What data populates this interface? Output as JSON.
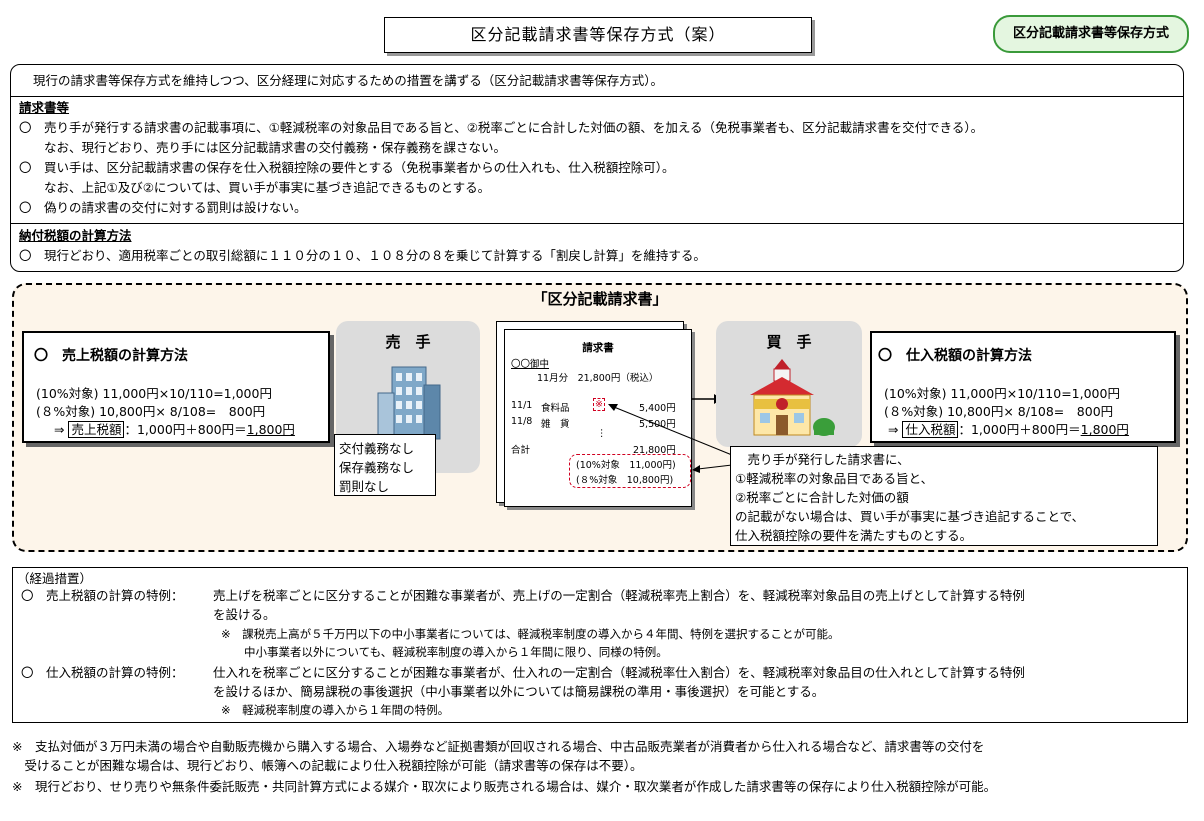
{
  "title": "区分記載請求書等保存方式（案）",
  "badge": "区分記載請求書等保存方式",
  "intro": "現行の請求書等保存方式を維持しつつ、区分経理に対応するための措置を講ずる（区分記載請求書等保存方式）。",
  "invoice_section": {
    "heading": "請求書等",
    "lines": [
      "〇　売り手が発行する請求書の記載事項に、①軽減税率の対象品目である旨と、②税率ごとに合計した対価の額、を加える（免税事業者も、区分記載請求書を交付できる）。",
      "　　なお、現行どおり、売り手には区分記載請求書の交付義務・保存義務を課さない。",
      "〇　買い手は、区分記載請求書の保存を仕入税額控除の要件とする（免税事業者からの仕入れも、仕入税額控除可）。",
      "　　なお、上記①及び②については、買い手が事実に基づき追記できるものとする。",
      "〇　偽りの請求書の交付に対する罰則は設けない。"
    ]
  },
  "tax_section": {
    "heading": "納付税額の計算方法",
    "line": "〇　現行どおり、適用税率ごとの取引総額に１１０分の１０、１０８分の８を乗じて計算する「割戻し計算」を維持する。"
  },
  "example": {
    "title": "「区分記載請求書」",
    "seller_calc": {
      "heading": "〇　売上税額の計算方法",
      "line1": "(10%対象) 11,000円×10/110=1,000円",
      "line2": "(８%対象) 10,800円× 8/108=　800円",
      "arrow": "⇒",
      "label": "売上税額",
      "formula": "：1,000円＋800円＝",
      "result": "1,800円"
    },
    "seller_label": "売　手",
    "seller_note": [
      "交付義務なし",
      "保存義務なし",
      "罰則なし"
    ],
    "buyer_label": "買　手",
    "buyer_calc": {
      "heading": "〇　仕入税額の計算方法",
      "line1": "(10%対象) 11,000円×10/110=1,000円",
      "line2": "(８%対象) 10,800円× 8/108=　800円",
      "arrow": "⇒",
      "label": "仕入税額",
      "formula": "：1,000円＋800円＝",
      "result": "1,800円"
    },
    "invoice_doc": {
      "title": "請求書",
      "addressee": "〇〇御中",
      "month_total": "11月分　21,800円（税込）",
      "rows": [
        {
          "date": "11/1",
          "item": "食料品",
          "mark": "※",
          "amount": "5,400円"
        },
        {
          "date": "11/8",
          "item": "雑　貨",
          "mark": "",
          "amount": "5,500円"
        }
      ],
      "dots": "⋮",
      "total_label": "合計",
      "total": "21,800円",
      "sub1": "(10%対象　11,000円)",
      "sub2": "(８%対象　10,800円)"
    },
    "callout": [
      "　売り手が発行した請求書に、",
      "①軽減税率の対象品目である旨と、",
      "②税率ごとに合計した対価の額",
      "の記載がない場合は、買い手が事実に基づき追記することで、",
      "仕入税額控除の要件を満たすものとする。"
    ]
  },
  "transition": {
    "heading": "（経過措置）",
    "sales": {
      "label": "〇　売上税額の計算の特例：",
      "line1": "売上げを税率ごとに区分することが困難な事業者が、売上げの一定割合（軽減税率売上割合）を、軽減税率対象品目の売上げとして計算する特例",
      "line2": "を設ける。",
      "note1": "※　課税売上高が５千万円以下の中小事業者については、軽減税率制度の導入から４年間、特例を選択することが可能。",
      "note2": "　　中小事業者以外についても、軽減税率制度の導入から１年間に限り、同様の特例。"
    },
    "purchase": {
      "label": "〇　仕入税額の計算の特例：",
      "line1": "仕入れを税率ごとに区分することが困難な事業者が、仕入れの一定割合（軽減税率仕入割合）を、軽減税率対象品目の仕入れとして計算する特例",
      "line2": "を設けるほか、簡易課税の事後選択（中小事業者以外については簡易課税の準用・事後選択）を可能とする。",
      "note1": "※　軽減税率制度の導入から１年間の特例。"
    }
  },
  "footnotes": [
    "※　支払対価が３万円未満の場合や自動販売機から購入する場合、入場券など証拠書類が回収される場合、中古品販売業者が消費者から仕入れる場合など、請求書等の交付を",
    "　受けることが困難な場合は、現行どおり、帳簿への記載により仕入税額控除が可能（請求書等の保存は不要）。",
    "※　現行どおり、せり売りや無条件委託販売・共同計算方式による媒介・取次により販売される場合は、媒介・取次業者が作成した請求書等の保存により仕入税額控除が可能。"
  ]
}
